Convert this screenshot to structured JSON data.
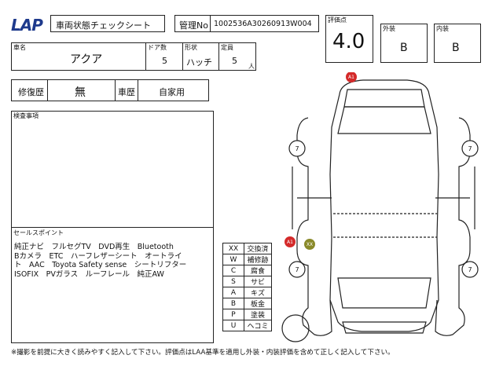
{
  "header": {
    "logo": "LAP",
    "sheet_title": "車両状態チェックシート",
    "mgmt_label": "管理No",
    "mgmt_no": "1002536A30260913W004"
  },
  "score": {
    "label": "評価点",
    "value": "4.0"
  },
  "exterior": {
    "label": "外装",
    "value": "B"
  },
  "interior": {
    "label": "内装",
    "value": "B"
  },
  "vehicle": {
    "name_label": "車名",
    "name": "アクア",
    "doors_label": "ドア数",
    "doors": "5",
    "shape_label": "形状",
    "shape": "ハッチ",
    "capacity_label": "定員",
    "capacity": "5",
    "capacity_unit": "人"
  },
  "history": {
    "repair_label": "修復歴",
    "repair": "無",
    "usage_label": "車歴",
    "usage": "自家用"
  },
  "inspection": {
    "label": "検査事項"
  },
  "selling_points": {
    "label": "セールスポイント",
    "lines": [
      "純正ナビ　フルセグTV　DVD再生　Bluetooth",
      "Bカメラ　ETC　ハーフレザーシート　オートライ",
      "ト　AAC　Toyota Safety sense　シートリフター",
      "ISOFIX　PVガラス　ルーフレール　純正AW"
    ]
  },
  "legend": [
    {
      "code": "XX",
      "label": "交換済"
    },
    {
      "code": "W",
      "label": "補修跡"
    },
    {
      "code": "C",
      "label": "腐食"
    },
    {
      "code": "S",
      "label": "サビ"
    },
    {
      "code": "A",
      "label": "キズ"
    },
    {
      "code": "B",
      "label": "板金"
    },
    {
      "code": "P",
      "label": "塗装"
    },
    {
      "code": "U",
      "label": "ヘコミ"
    }
  ],
  "diagram_marks": [
    {
      "text": "A1",
      "color": "#d42a2a"
    },
    {
      "text": "A1",
      "color": "#d42a2a"
    },
    {
      "text": "XX",
      "color": "#8a8a2a"
    }
  ],
  "wheel_labels": [
    "7",
    "7",
    "7",
    "7"
  ],
  "footer": "※撮影を前提に大きく読みやすく記入して下さい。評価点はLAA基準を適用し外装・内装評価を含めて正しく記入して下さい。"
}
